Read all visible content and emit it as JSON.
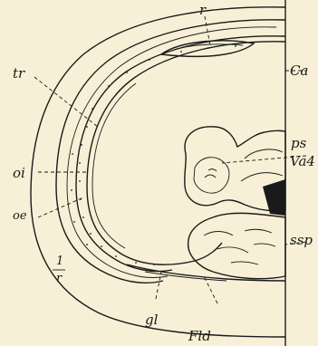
{
  "labels": {
    "r": "r",
    "tr": "tr",
    "ca": "Ca",
    "ps": "ps",
    "va4": "Va4",
    "oi": "oi",
    "oe": "oe",
    "ssp": "ssp",
    "fraction_num": "1",
    "fraction_den": "r",
    "gl": "gl",
    "fld": "Fld"
  }
}
